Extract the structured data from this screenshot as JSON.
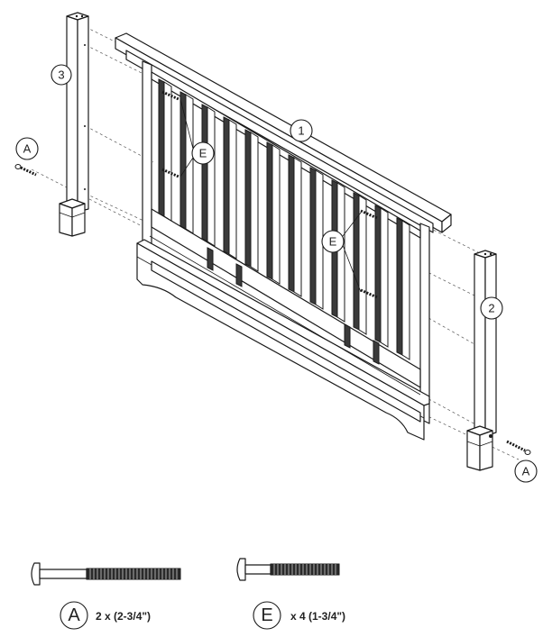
{
  "parts": {
    "rail": {
      "number": "1"
    },
    "right_post": {
      "number": "2"
    },
    "left_post": {
      "number": "3"
    }
  },
  "hardware": {
    "a": {
      "letter": "A",
      "quantity": "2 x (2-3/4\")"
    },
    "e": {
      "letter": "E",
      "quantity": "x 4  (1-3/4\")"
    }
  }
}
